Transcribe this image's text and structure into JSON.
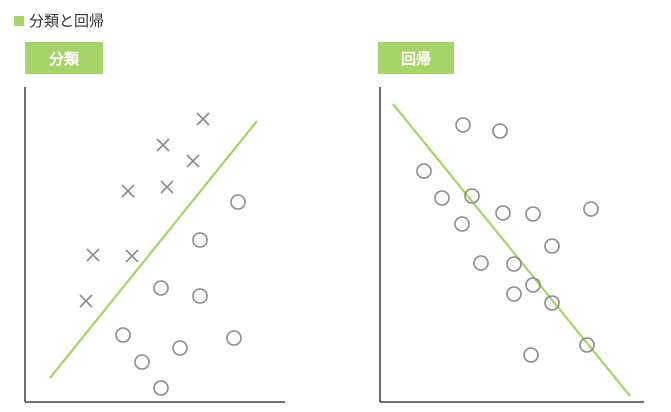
{
  "header": {
    "title": "分類と回帰"
  },
  "panels": [
    {
      "label": "分類",
      "kind": "classification"
    },
    {
      "label": "回帰",
      "kind": "regression"
    }
  ],
  "colors": {
    "accent": "#a8d26a",
    "marker": "#8a8a8a",
    "axis": "#444444"
  },
  "icons": {
    "header_marker": "green-square-icon",
    "class_a": "cross-marker-icon",
    "class_b": "circle-marker-icon"
  }
}
